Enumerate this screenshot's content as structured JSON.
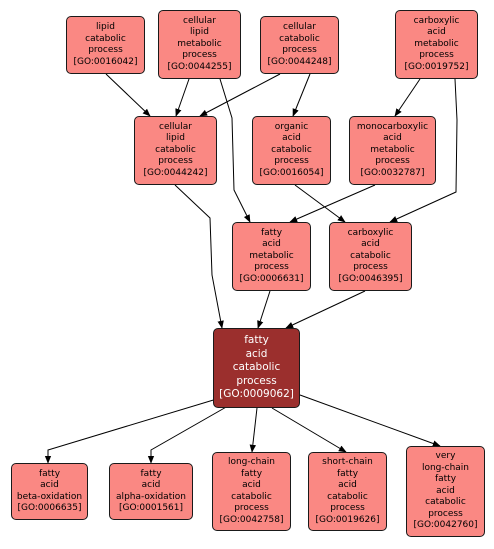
{
  "colors": {
    "node_fill": "#fa8883",
    "focus_fill": "#9b2f2d",
    "edge": "#000000",
    "border": "#1a1a1a"
  },
  "nodes": [
    {
      "id": "GO:0016042",
      "lines": [
        "lipid",
        "catabolic",
        "process",
        "[GO:0016042]"
      ]
    },
    {
      "id": "GO:0044255",
      "lines": [
        "cellular",
        "lipid",
        "metabolic",
        "process",
        "[GO:0044255]"
      ]
    },
    {
      "id": "GO:0044248",
      "lines": [
        "cellular",
        "catabolic",
        "process",
        "[GO:0044248]"
      ]
    },
    {
      "id": "GO:0019752",
      "lines": [
        "carboxylic",
        "acid",
        "metabolic",
        "process",
        "[GO:0019752]"
      ]
    },
    {
      "id": "GO:0044242",
      "lines": [
        "cellular",
        "lipid",
        "catabolic",
        "process",
        "[GO:0044242]"
      ]
    },
    {
      "id": "GO:0016054",
      "lines": [
        "organic",
        "acid",
        "catabolic",
        "process",
        "[GO:0016054]"
      ]
    },
    {
      "id": "GO:0032787",
      "lines": [
        "monocarboxylic",
        "acid",
        "metabolic",
        "process",
        "[GO:0032787]"
      ]
    },
    {
      "id": "GO:0006631",
      "lines": [
        "fatty",
        "acid",
        "metabolic",
        "process",
        "[GO:0006631]"
      ]
    },
    {
      "id": "GO:0046395",
      "lines": [
        "carboxylic",
        "acid",
        "catabolic",
        "process",
        "[GO:0046395]"
      ]
    },
    {
      "id": "GO:0009062",
      "lines": [
        "fatty",
        "acid",
        "catabolic",
        "process",
        "[GO:0009062]"
      ],
      "focus": true
    },
    {
      "id": "GO:0006635",
      "lines": [
        "fatty",
        "acid",
        "beta-oxidation",
        "[GO:0006635]"
      ]
    },
    {
      "id": "GO:0001561",
      "lines": [
        "fatty",
        "acid",
        "alpha-oxidation",
        "[GO:0001561]"
      ]
    },
    {
      "id": "GO:0042758",
      "lines": [
        "long-chain",
        "fatty",
        "acid",
        "catabolic",
        "process",
        "[GO:0042758]"
      ]
    },
    {
      "id": "GO:0019626",
      "lines": [
        "short-chain",
        "fatty",
        "acid",
        "catabolic",
        "process",
        "[GO:0019626]"
      ]
    },
    {
      "id": "GO:0042760",
      "lines": [
        "very",
        "long-chain",
        "fatty",
        "acid",
        "catabolic",
        "process",
        "[GO:0042760]"
      ]
    }
  ],
  "edges": [
    [
      "GO:0016042",
      "GO:0044242"
    ],
    [
      "GO:0044255",
      "GO:0044242"
    ],
    [
      "GO:0044248",
      "GO:0044242"
    ],
    [
      "GO:0044248",
      "GO:0016054"
    ],
    [
      "GO:0019752",
      "GO:0032787"
    ],
    [
      "GO:0044255",
      "GO:0006631"
    ],
    [
      "GO:0032787",
      "GO:0006631"
    ],
    [
      "GO:0016054",
      "GO:0046395"
    ],
    [
      "GO:0019752",
      "GO:0046395"
    ],
    [
      "GO:0044242",
      "GO:0009062"
    ],
    [
      "GO:0006631",
      "GO:0009062"
    ],
    [
      "GO:0046395",
      "GO:0009062"
    ],
    [
      "GO:0009062",
      "GO:0006635"
    ],
    [
      "GO:0009062",
      "GO:0001561"
    ],
    [
      "GO:0009062",
      "GO:0042758"
    ],
    [
      "GO:0009062",
      "GO:0019626"
    ],
    [
      "GO:0009062",
      "GO:0042760"
    ]
  ]
}
